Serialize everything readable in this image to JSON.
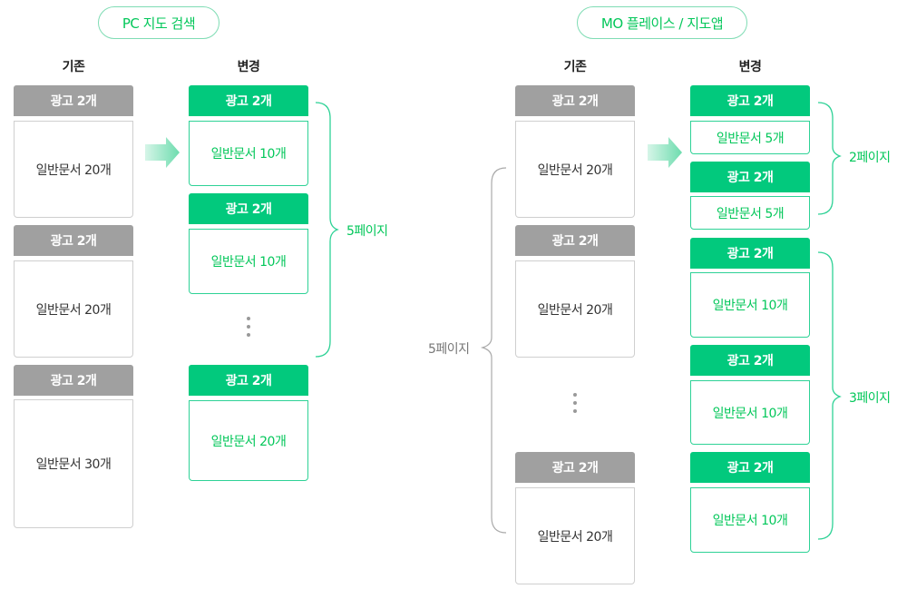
{
  "colors": {
    "accent": "#03c75a",
    "ad_green": "#02c97d",
    "ad_gray": "#a0a0a0"
  },
  "pc": {
    "title": "PC 지도 검색",
    "before_label": "기존",
    "after_label": "변경",
    "before": [
      {
        "ad": "광고 2개",
        "body": "일반문서 20개"
      },
      {
        "ad": "광고 2개",
        "body": "일반문서 20개"
      },
      {
        "ad": "광고 2개",
        "body": "일반문서 30개"
      }
    ],
    "after": [
      {
        "ad": "광고 2개",
        "body": "일반문서 10개"
      },
      {
        "ad": "광고 2개",
        "body": "일반문서 10개"
      },
      {
        "ad": "광고 2개",
        "body": "일반문서 20개"
      }
    ],
    "after_brace_label": "5페이지",
    "arrow_icon": "right-arrow-icon",
    "ellipsis_icon": "vertical-ellipsis-icon"
  },
  "mo": {
    "title": "MO 플레이스 / 지도앱",
    "before_label": "기존",
    "after_label": "변경",
    "before": [
      {
        "ad": "광고 2개",
        "body": "일반문서 20개"
      },
      {
        "ad": "광고 2개",
        "body": "일반문서 20개"
      },
      {
        "ad": "광고 2개",
        "body": "일반문서 20개"
      }
    ],
    "before_brace_label": "5페이지",
    "after": [
      {
        "ad": "광고 2개",
        "body": "일반문서 5개"
      },
      {
        "ad": "광고 2개",
        "body": "일반문서 5개"
      },
      {
        "ad": "광고 2개",
        "body": "일반문서 10개"
      },
      {
        "ad": "광고 2개",
        "body": "일반문서 10개"
      },
      {
        "ad": "광고 2개",
        "body": "일반문서 10개"
      }
    ],
    "after_brace_labels": [
      "2페이지",
      "3페이지"
    ],
    "arrow_icon": "right-arrow-icon",
    "ellipsis_icon": "vertical-ellipsis-icon"
  }
}
